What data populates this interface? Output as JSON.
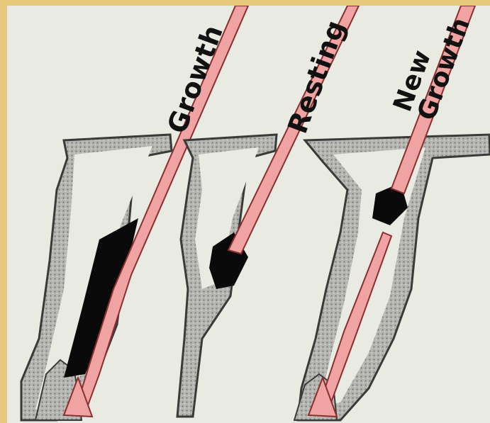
{
  "labels": {
    "growth": "Growth",
    "resting": "Resting",
    "new_line1": "New",
    "new_line2": "Growth"
  },
  "colors": {
    "background": "#e9ebe3",
    "frame": "#e6c97c",
    "hair": "#f0a3a3",
    "hair_outline": "#8a2f2f",
    "follicle": "#a8a8a8",
    "bulb": "#0a0a0a"
  }
}
